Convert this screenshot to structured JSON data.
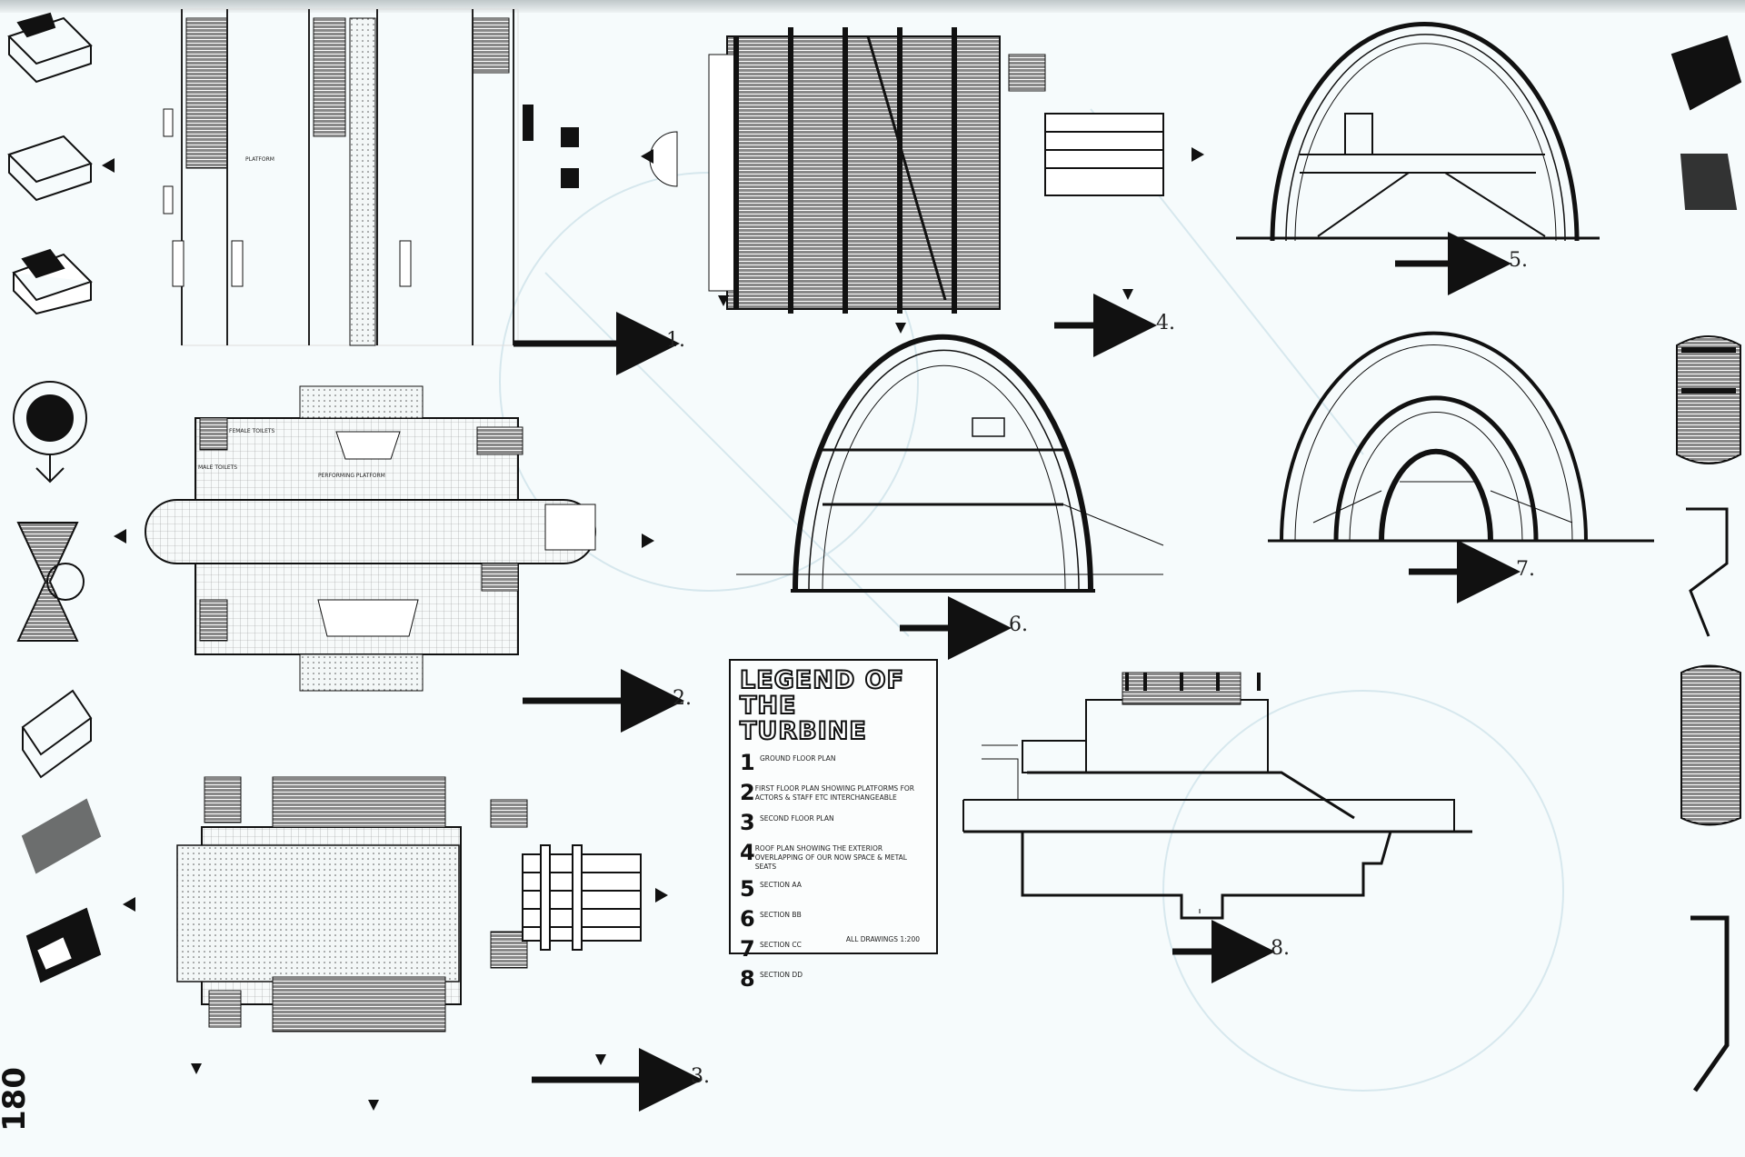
{
  "page_number": "180",
  "legend": {
    "title": "LEGEND OF THE TURBINE",
    "items": [
      {
        "num": "1",
        "text": "GROUND FLOOR PLAN"
      },
      {
        "num": "2",
        "text": "FIRST FLOOR PLAN SHOWING PLATFORMS FOR ACTORS & STAFF ETC INTERCHANGEABLE"
      },
      {
        "num": "3",
        "text": "SECOND FLOOR PLAN"
      },
      {
        "num": "4",
        "text": "ROOF PLAN SHOWING THE EXTERIOR OVERLAPPING OF OUR NOW SPACE & METAL SEATS"
      },
      {
        "num": "5",
        "text": "SECTION AA"
      },
      {
        "num": "6",
        "text": "SECTION BB"
      },
      {
        "num": "7",
        "text": "SECTION CC"
      },
      {
        "num": "8",
        "text": "SECTION DD"
      }
    ],
    "scale_note": "ALL DRAWINGS 1:200"
  },
  "drawing_labels": [
    "1.",
    "2.",
    "3.",
    "4.",
    "5.",
    "6.",
    "7.",
    "8."
  ],
  "plan_annotations": {
    "platform": "PLATFORM",
    "performing_platform": "PERFORMING PLATFORM",
    "female_toilets": "FEMALE TOILETS",
    "male_toilets": "MALE TOILETS"
  }
}
